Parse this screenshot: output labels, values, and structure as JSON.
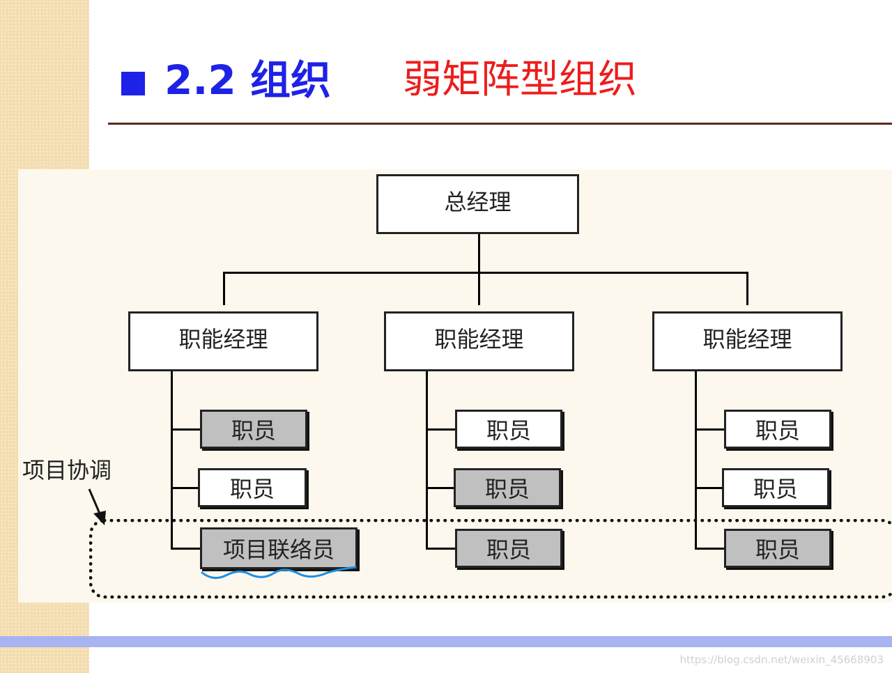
{
  "title": {
    "main": "2.2 组织",
    "subtitle": "弱矩阵型组织"
  },
  "diagram": {
    "top": "总经理",
    "managers": [
      "职能经理",
      "职能经理",
      "职能经理"
    ],
    "columns": [
      [
        {
          "label": "职员",
          "highlighted": true
        },
        {
          "label": "职员",
          "highlighted": false
        },
        {
          "label": "项目联络员",
          "highlighted": true
        }
      ],
      [
        {
          "label": "职员",
          "highlighted": false
        },
        {
          "label": "职员",
          "highlighted": true
        },
        {
          "label": "职员",
          "highlighted": true
        }
      ],
      [
        {
          "label": "职员",
          "highlighted": false
        },
        {
          "label": "职员",
          "highlighted": false
        },
        {
          "label": "职员",
          "highlighted": true
        }
      ]
    ],
    "coordination_label": "项目协调"
  },
  "watermark": "https://blog.csdn.net/weixin_45668903",
  "colors": {
    "title_blue": "#1e22e6",
    "subtitle_red": "#ee1c1c",
    "highlight_gray": "#c0c0c0",
    "panel_bg": "#fdf8ed",
    "strip_bg": "#f3dcae",
    "band": "#a8b4f0",
    "underline_blue": "#1d8fe6"
  }
}
